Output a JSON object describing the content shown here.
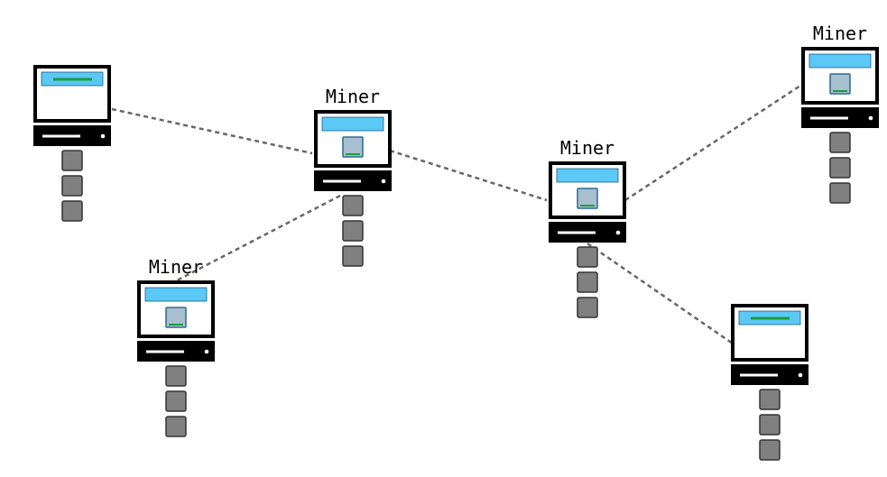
{
  "diagram": {
    "nodes": [
      {
        "id": "node-1",
        "label": "",
        "role": "node"
      },
      {
        "id": "node-2",
        "label": "Miner",
        "role": "miner"
      },
      {
        "id": "node-3",
        "label": "Miner",
        "role": "miner"
      },
      {
        "id": "node-4",
        "label": "Miner",
        "role": "miner"
      },
      {
        "id": "node-5",
        "label": "Miner",
        "role": "miner"
      },
      {
        "id": "node-6",
        "label": "",
        "role": "node"
      }
    ],
    "connections": [
      [
        "node-1",
        "node-2"
      ],
      [
        "node-2",
        "node-3"
      ],
      [
        "node-2",
        "node-4"
      ],
      [
        "node-3",
        "node-5"
      ],
      [
        "node-3",
        "node-6"
      ]
    ],
    "blocks_per_node": 3,
    "colors": {
      "frame": "#000000",
      "screen_bar": "#5bc8f5",
      "progress_bar": "#1a9e3a",
      "block_icon": "#a8bfcf",
      "block_icon_border": "#2a6b8e",
      "block": "#808080",
      "block_border": "#333333",
      "connection": "#666666"
    }
  }
}
